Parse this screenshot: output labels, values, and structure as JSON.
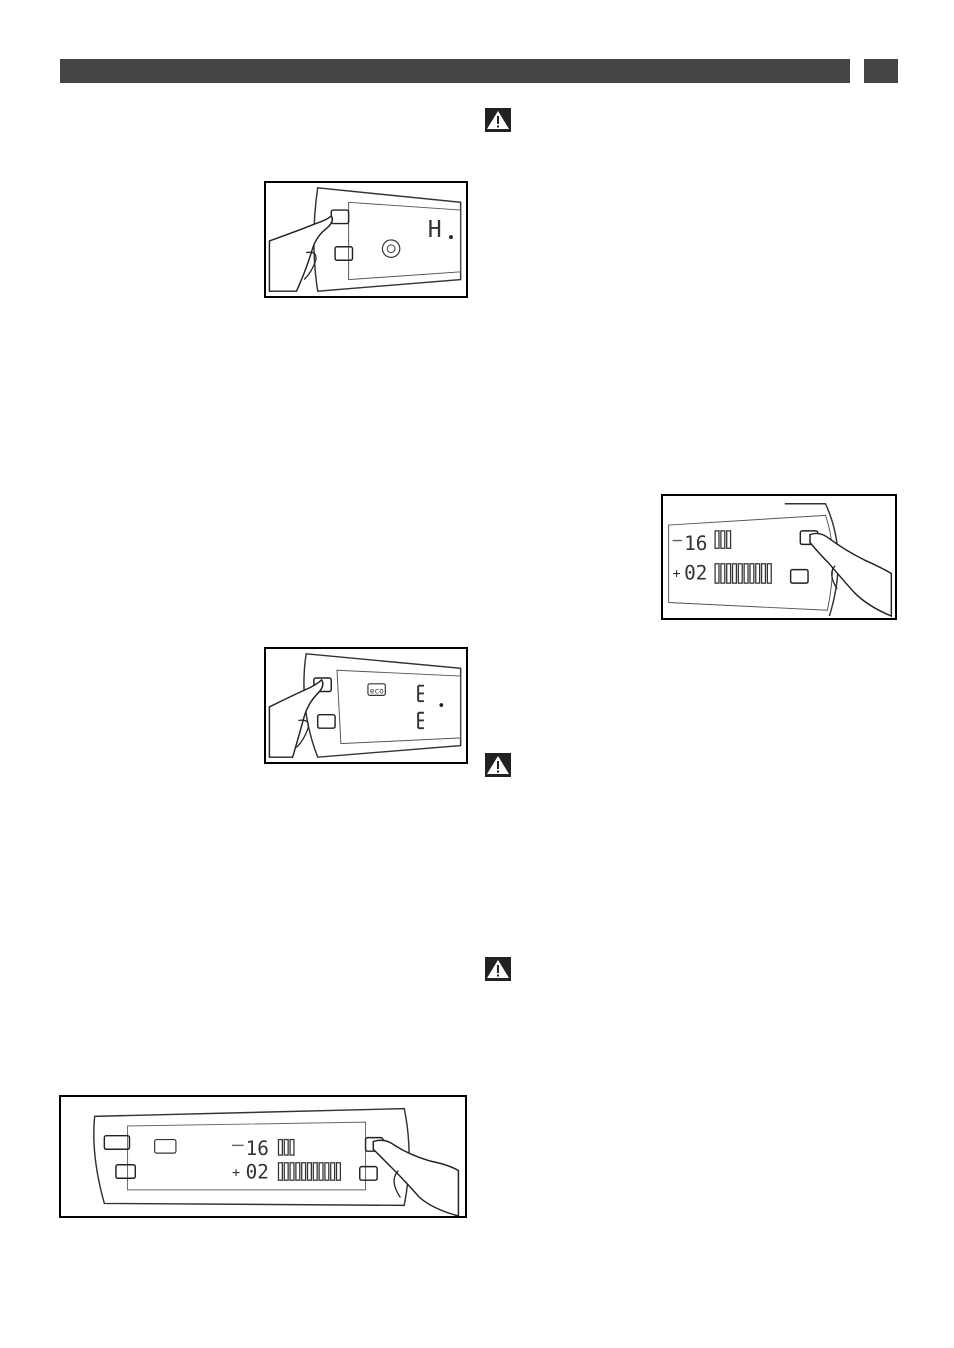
{
  "page": {
    "colors": {
      "header": "#444444",
      "ink": "#222222"
    }
  },
  "figure1": {
    "display_letter": "H"
  },
  "figure2": {
    "badge": "eco"
  },
  "figure3": {
    "top_number": "16",
    "bottom_number": "02"
  },
  "figure4": {
    "top_number": "16",
    "bottom_number": "02"
  },
  "warnings": {
    "icon": "warning-triangle-icon",
    "count": 3
  }
}
